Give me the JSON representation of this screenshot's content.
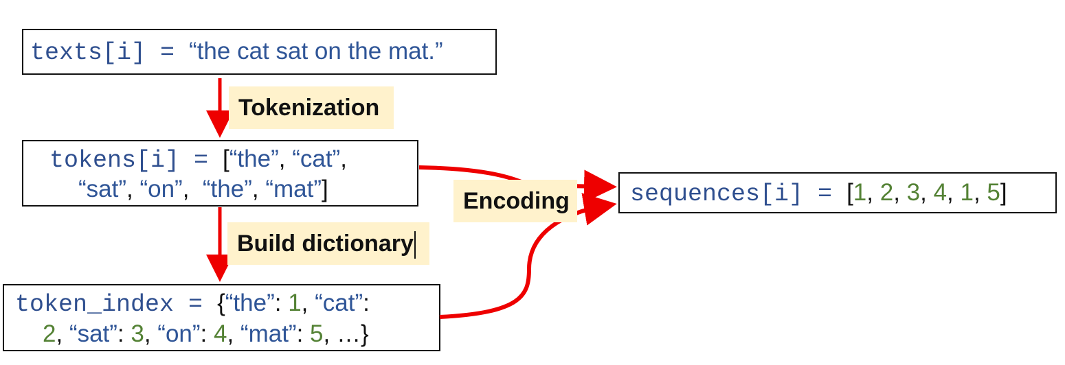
{
  "boxes": {
    "texts": {
      "var": "texts[i]",
      "eq": " = ",
      "value": "“the cat sat on the mat.”"
    },
    "tokens": {
      "var": "tokens[i]",
      "eq": " = ",
      "open": "[",
      "items": [
        "“the”",
        "“cat”",
        "“sat”",
        "“on”",
        "“the”",
        "“mat”"
      ],
      "close": "]"
    },
    "token_index": {
      "var": "token_index",
      "eq": " = ",
      "open": "{",
      "pairs": [
        {
          "key": "“the”",
          "value": "1"
        },
        {
          "key": "“cat”",
          "value": "2"
        },
        {
          "key": "“sat”",
          "value": "3"
        },
        {
          "key": "“on”",
          "value": "4"
        },
        {
          "key": "“mat”",
          "value": "5"
        }
      ],
      "ellipsis": "…",
      "close": "}"
    },
    "sequences": {
      "var": "sequences[i]",
      "eq": " = ",
      "open": "[",
      "values": [
        "1",
        "2",
        "3",
        "4",
        "1",
        "5"
      ],
      "close": "]"
    }
  },
  "labels": {
    "tokenization": "Tokenization",
    "build_dictionary": "Build dictionary",
    "encoding": "Encoding"
  },
  "colors": {
    "arrow": "#ee0000",
    "label_background": "#fff2cc",
    "string": "#2f5597",
    "number": "#548235",
    "code": "#2f4f8f"
  }
}
